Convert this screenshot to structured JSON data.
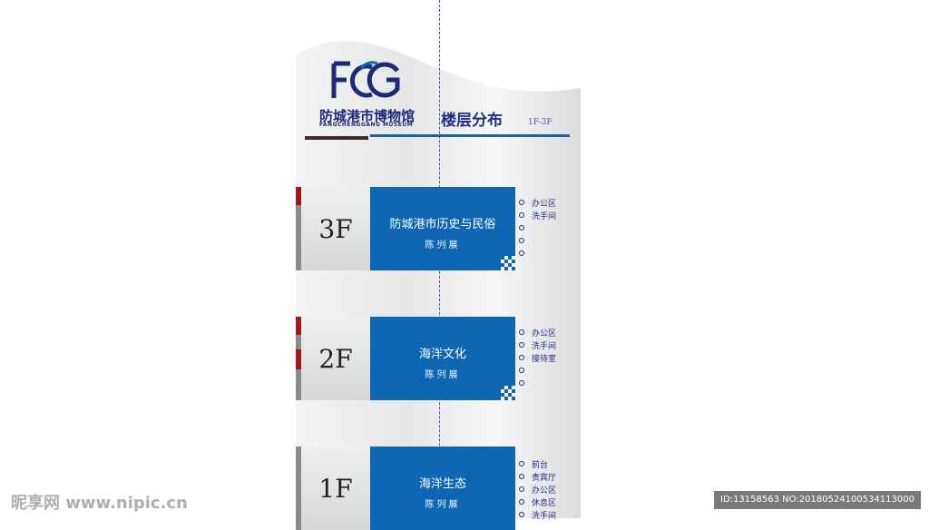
{
  "header": {
    "logo_chinese": "防城港市博物馆",
    "logo_english": "FANGCHENGGANG MUSEUM",
    "title": "楼层分布",
    "range": "1F-3F"
  },
  "colors": {
    "accent_blue": "#0e67b3",
    "navy": "#1e2d8a",
    "red_bar": "#9b1b1b"
  },
  "floors": [
    {
      "label": "3F",
      "name": "防城港市历史与民俗",
      "sub": "陈列展",
      "rooms": [
        "办公区",
        "洗手间",
        "",
        "",
        ""
      ]
    },
    {
      "label": "2F",
      "name": "海洋文化",
      "sub": "陈列展",
      "rooms": [
        "办公区",
        "洗手间",
        "接待室",
        "",
        ""
      ]
    },
    {
      "label": "1F",
      "name": "海洋生态",
      "sub": "陈列展",
      "rooms": [
        "前台",
        "贵宾厅",
        "办公区",
        "休息区",
        "洗手间"
      ]
    }
  ],
  "watermarks": {
    "left": "昵享网 www.nipic.cn",
    "right": "ID:13158563 NO:20180524100534113000"
  }
}
